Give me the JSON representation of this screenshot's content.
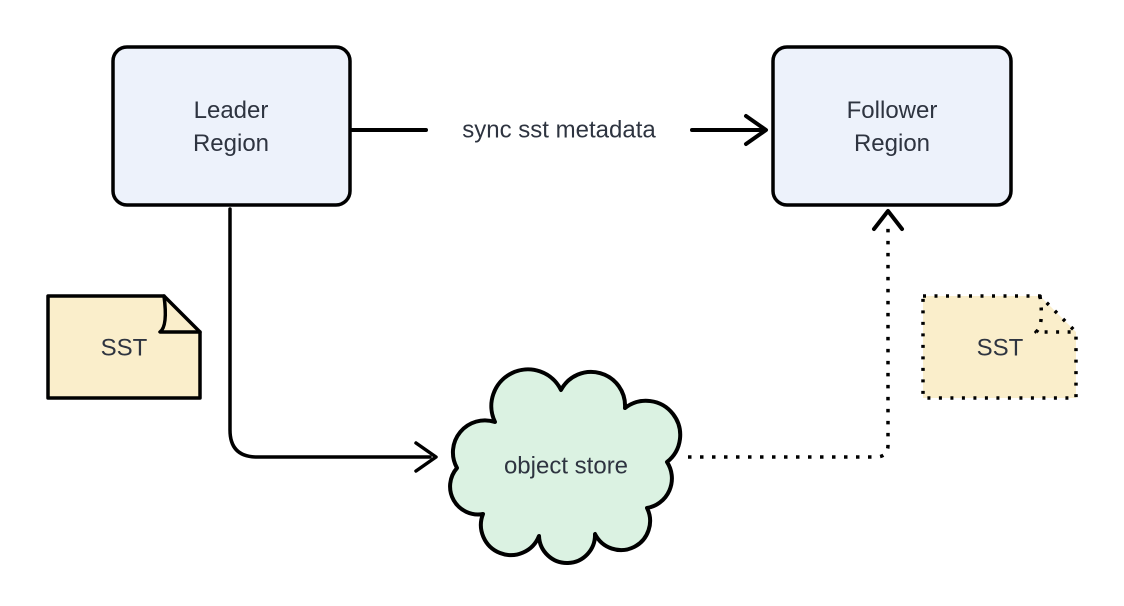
{
  "colors": {
    "background": "#ffffff",
    "stroke": "#000000",
    "text": "#2e3440",
    "node_fill": "#edf2fb",
    "cloud_fill": "#dbf2e2",
    "document_fill": "#faeecb"
  },
  "nodes": {
    "leader": {
      "line1": "Leader",
      "line2": "Region"
    },
    "follower": {
      "line1": "Follower",
      "line2": "Region"
    },
    "object_store": {
      "label": "object store"
    },
    "sst_left": {
      "label": "SST"
    },
    "sst_right": {
      "label": "SST"
    }
  },
  "edges": {
    "sync": {
      "label": "sync sst metadata",
      "style": "solid"
    },
    "leader_to_store": {
      "style": "solid"
    },
    "store_to_follower": {
      "style": "dotted"
    }
  }
}
